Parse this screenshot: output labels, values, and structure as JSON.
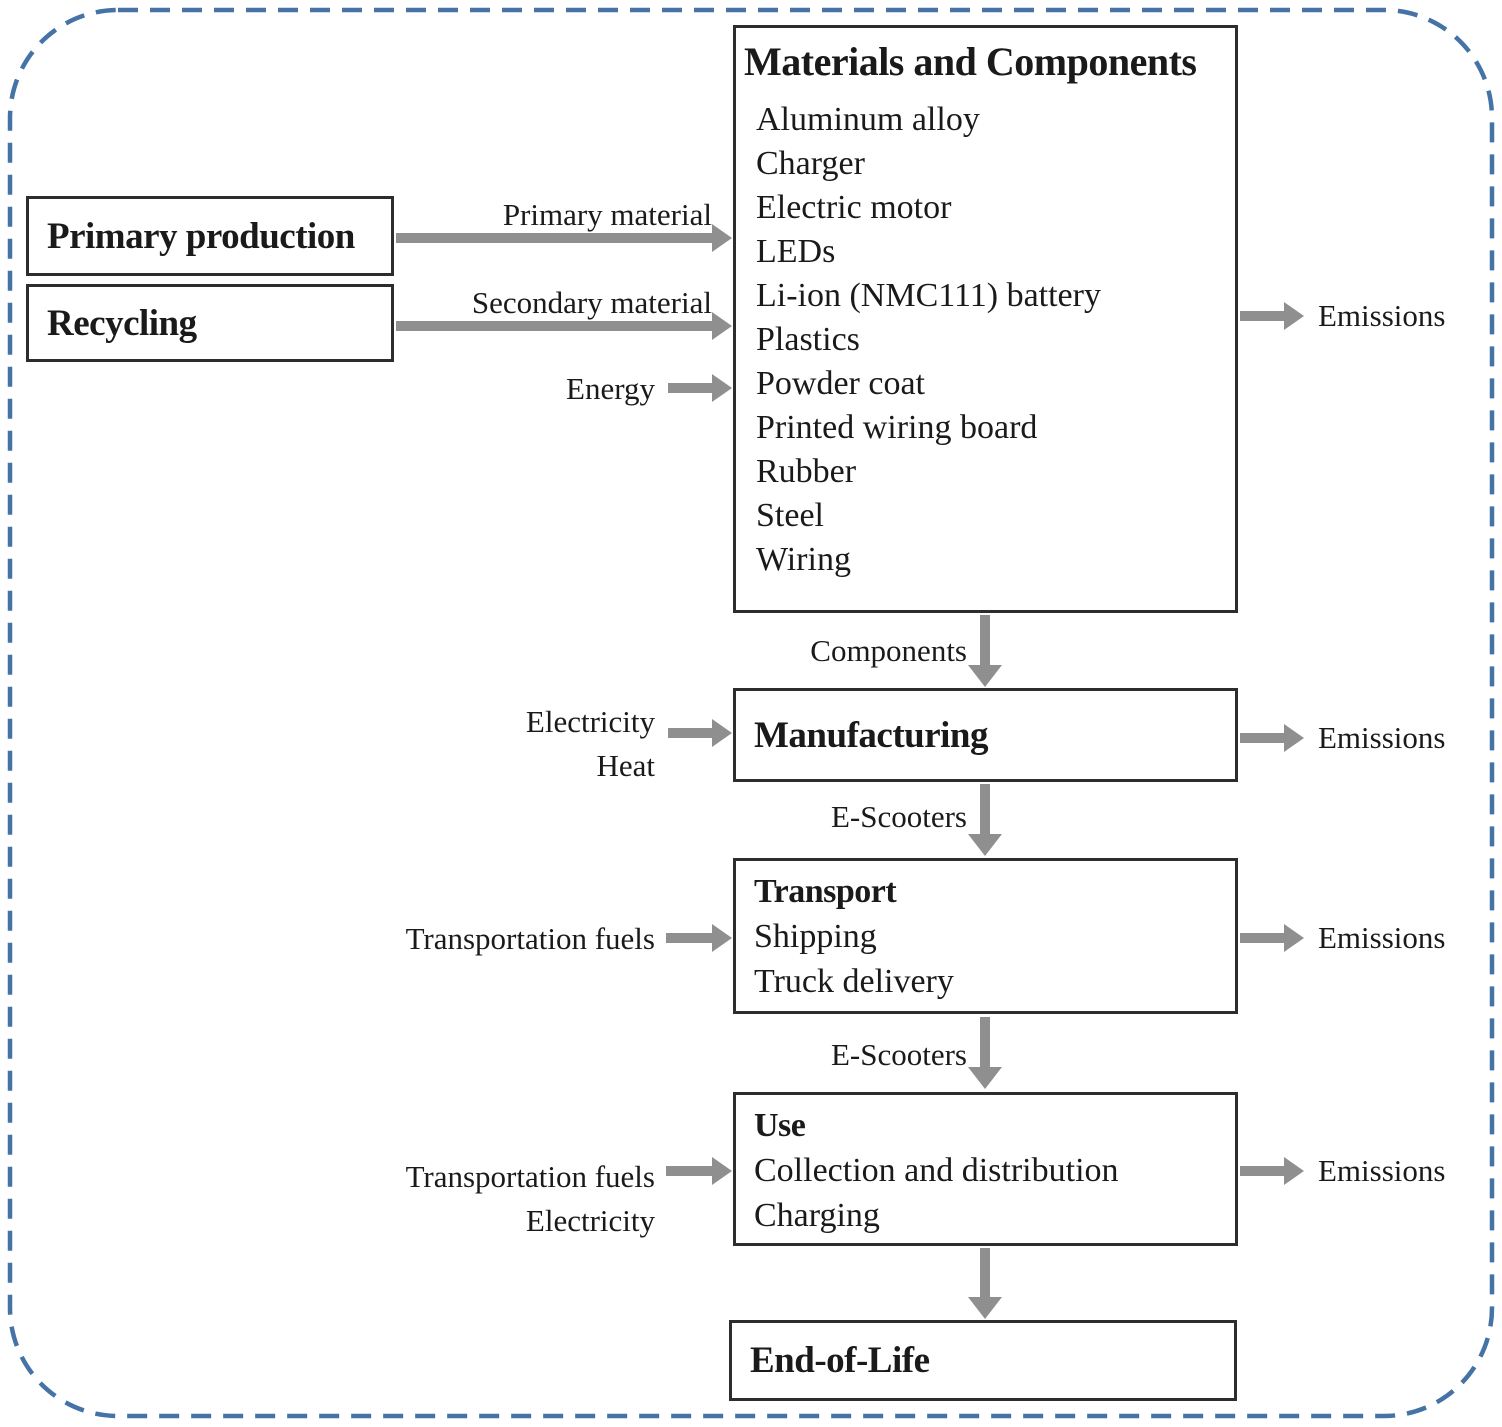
{
  "frame": {
    "dash_color": "#4573a5"
  },
  "colors": {
    "arrow": "#8f8f8f",
    "box_border": "#2d2d2d",
    "text": "#1a1a1a"
  },
  "materials": {
    "title": "Materials and Components",
    "items": [
      "Aluminum alloy",
      "Charger",
      "Electric motor",
      "LEDs",
      "Li-ion (NMC111) battery",
      "Plastics",
      "Powder coat",
      "Printed wiring board",
      "Rubber",
      "Steel",
      "Wiring"
    ]
  },
  "sources": {
    "primary": "Primary production",
    "recycling": "Recycling"
  },
  "flows": {
    "primary_material": "Primary material",
    "secondary_material": "Secondary material",
    "energy": "Energy",
    "components": "Components",
    "e_scooters": "E-Scooters",
    "emissions": "Emissions",
    "electricity": "Electricity",
    "heat": "Heat",
    "transportation_fuels": "Transportation fuels"
  },
  "stages": {
    "manufacturing": {
      "title": "Manufacturing"
    },
    "transport": {
      "title": "Transport",
      "items": [
        "Shipping",
        "Truck delivery"
      ]
    },
    "use": {
      "title": "Use",
      "items": [
        "Collection and distribution",
        "Charging"
      ]
    },
    "end_of_life": {
      "title": "End-of-Life"
    }
  }
}
